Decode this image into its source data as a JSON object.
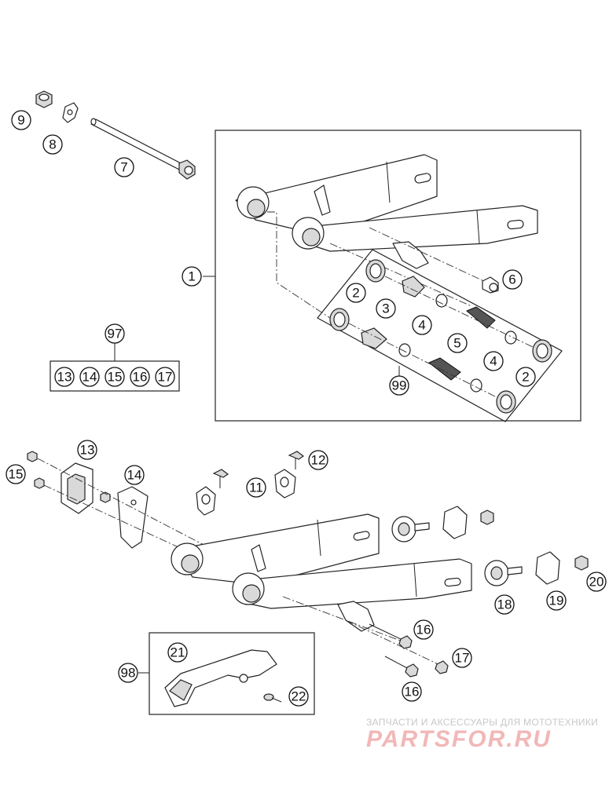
{
  "callouts": {
    "c1": "1",
    "c2a": "2",
    "c2b": "2",
    "c3": "3",
    "c4a": "4",
    "c4b": "4",
    "c5": "5",
    "c6": "6",
    "c7": "7",
    "c8": "8",
    "c9": "9",
    "c11": "11",
    "c12": "12",
    "c13": "13",
    "c14": "14",
    "c15": "15",
    "c16a": "16",
    "c16b": "16",
    "c17": "17",
    "c18": "18",
    "c19": "19",
    "c20": "20",
    "c21": "21",
    "c22": "22",
    "c97": "97",
    "c98": "98",
    "c99": "99"
  },
  "kit97": [
    "13",
    "14",
    "15",
    "16",
    "17"
  ],
  "watermark": {
    "line1": "ЗАПЧАСТИ И АКСЕССУАРЫ ДЛЯ МОТОТЕХНИКИ",
    "line2": "PARTSFOR.RU"
  },
  "colors": {
    "line": "#222222",
    "watermark_red": "#e06060",
    "watermark_grey": "#c8c8c8"
  }
}
